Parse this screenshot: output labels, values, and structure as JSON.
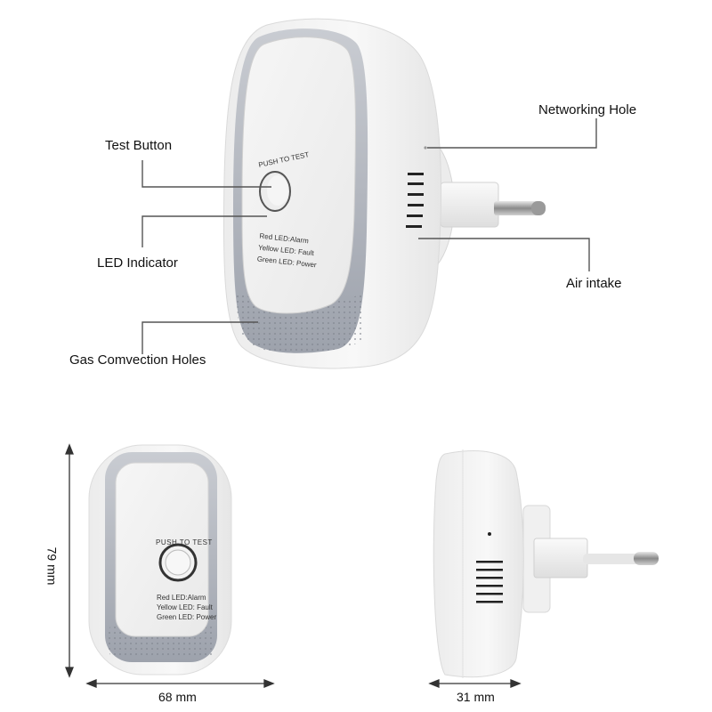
{
  "callouts": {
    "test_button": "Test Button",
    "led_indicator": "LED Indicator",
    "gas_convection_holes": "Gas Comvection Holes",
    "networking_hole": "Networking Hole",
    "air_intake": "Air intake"
  },
  "device": {
    "push_to_test": "PUSH TO TEST",
    "led_legend": [
      "Red LED:Alarm",
      "Yellow LED: Fault",
      "Green LED: Power"
    ]
  },
  "dimensions": {
    "height": "79 mm",
    "width": "68 mm",
    "depth": "31 mm"
  },
  "colors": {
    "body": "#f4f4f4",
    "bezel": "#a9adb6",
    "line": "#555555"
  }
}
